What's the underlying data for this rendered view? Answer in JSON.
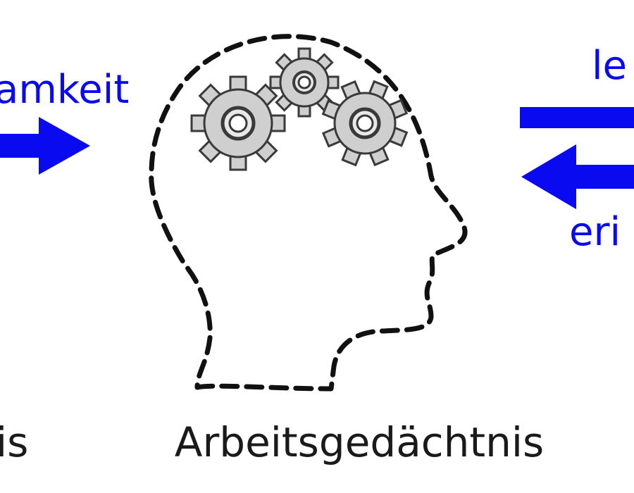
{
  "labels": {
    "left_arrow": "amkeit",
    "right_top": "le",
    "right_bottom": "eri",
    "left_bottom": "is",
    "center_bottom": "Arbeitsgedächtnis"
  },
  "icons": {
    "head": "head-outline-icon",
    "gears": "gears-icon"
  },
  "colors": {
    "arrow": "#0a0af0",
    "label_blue": "#0a0af0",
    "label_black": "#1a1a1a",
    "gear_fill": "#cfcfcf",
    "gear_stroke": "#3a3a3a"
  }
}
